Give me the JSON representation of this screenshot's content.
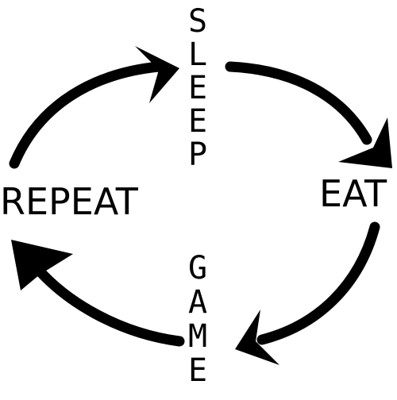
{
  "diagram": {
    "top_word": "SLEEP",
    "right_word": "EAT",
    "bottom_word": "GAME",
    "left_word": "REPEAT"
  },
  "colors": {
    "ink": "#000000",
    "background": "#ffffff"
  },
  "icons": [
    "curved-arrow-icon"
  ]
}
